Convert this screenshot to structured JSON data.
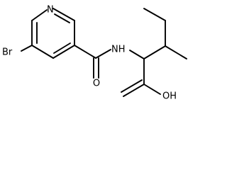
{
  "molecule": {
    "atoms": {
      "ring_nitrogen": "N",
      "bromine": "Br",
      "amide_nh": "NH",
      "amide_oxygen": "O",
      "acid_oh": "OH"
    }
  },
  "colors": {
    "background": "#ffffff",
    "ink": "#000000"
  }
}
